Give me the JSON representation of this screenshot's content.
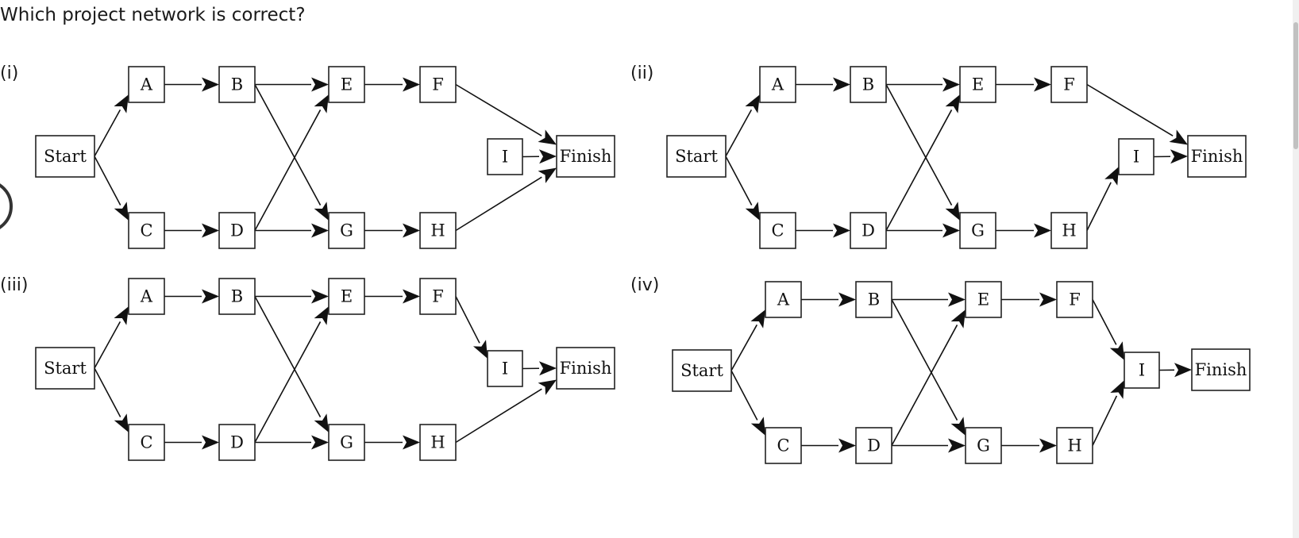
{
  "question": "Which project network is correct?",
  "options": [
    {
      "label": "(i)",
      "edges": [
        [
          "Start",
          "A"
        ],
        [
          "Start",
          "C"
        ],
        [
          "A",
          "B"
        ],
        [
          "C",
          "D"
        ],
        [
          "B",
          "E"
        ],
        [
          "B",
          "G"
        ],
        [
          "D",
          "E"
        ],
        [
          "D",
          "G"
        ],
        [
          "E",
          "F"
        ],
        [
          "G",
          "H"
        ],
        [
          "F",
          "Finish"
        ],
        [
          "I",
          "Finish"
        ],
        [
          "H",
          "Finish"
        ]
      ]
    },
    {
      "label": "(ii)",
      "edges": [
        [
          "Start",
          "A"
        ],
        [
          "Start",
          "C"
        ],
        [
          "A",
          "B"
        ],
        [
          "C",
          "D"
        ],
        [
          "B",
          "E"
        ],
        [
          "B",
          "G"
        ],
        [
          "D",
          "E"
        ],
        [
          "D",
          "G"
        ],
        [
          "E",
          "F"
        ],
        [
          "G",
          "H"
        ],
        [
          "F",
          "Finish"
        ],
        [
          "I",
          "Finish"
        ],
        [
          "H",
          "I"
        ]
      ]
    },
    {
      "label": "(iii)",
      "edges": [
        [
          "Start",
          "A"
        ],
        [
          "Start",
          "C"
        ],
        [
          "A",
          "B"
        ],
        [
          "C",
          "D"
        ],
        [
          "B",
          "E"
        ],
        [
          "B",
          "G"
        ],
        [
          "D",
          "E"
        ],
        [
          "D",
          "G"
        ],
        [
          "E",
          "F"
        ],
        [
          "G",
          "H"
        ],
        [
          "F",
          "I"
        ],
        [
          "I",
          "Finish"
        ],
        [
          "H",
          "Finish"
        ]
      ]
    },
    {
      "label": "(iv)",
      "edges": [
        [
          "Start",
          "A"
        ],
        [
          "Start",
          "C"
        ],
        [
          "A",
          "B"
        ],
        [
          "C",
          "D"
        ],
        [
          "B",
          "E"
        ],
        [
          "B",
          "G"
        ],
        [
          "D",
          "E"
        ],
        [
          "D",
          "G"
        ],
        [
          "E",
          "F"
        ],
        [
          "G",
          "H"
        ],
        [
          "F",
          "I"
        ],
        [
          "H",
          "I"
        ],
        [
          "I",
          "Finish"
        ]
      ]
    }
  ],
  "node_labels": {
    "Start": "Start",
    "A": "A",
    "B": "B",
    "C": "C",
    "D": "D",
    "E": "E",
    "F": "F",
    "G": "G",
    "H": "H",
    "I": "I",
    "Finish": "Finish"
  }
}
